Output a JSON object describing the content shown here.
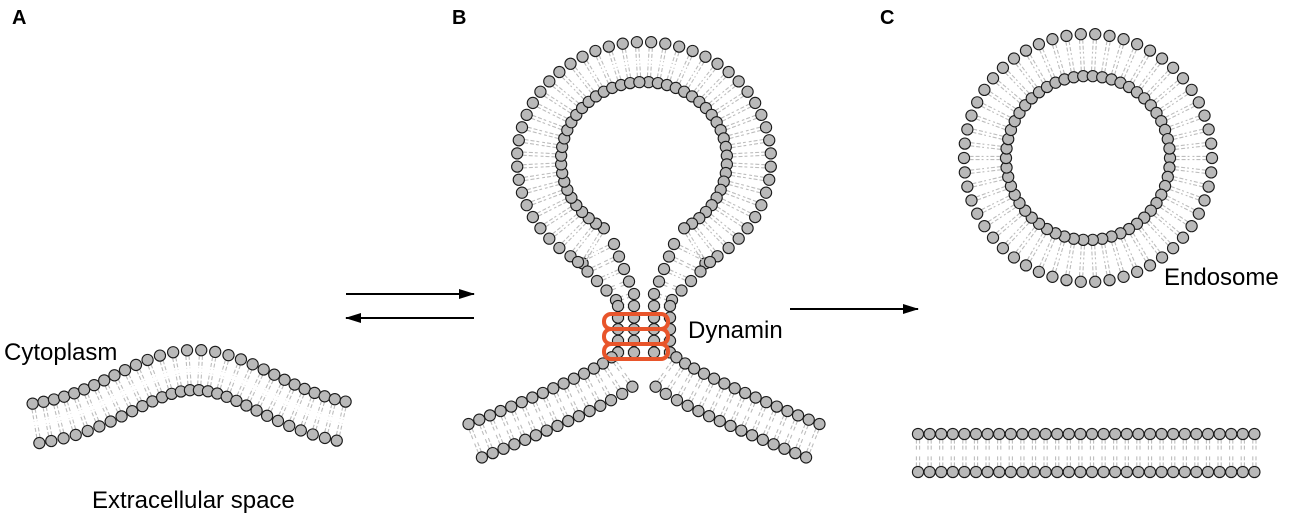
{
  "panels": {
    "a": {
      "label": "A",
      "top_text": "Cytoplasm",
      "bottom_text": "Extracellular space"
    },
    "b": {
      "label": "B",
      "protein_text": "Dynamin"
    },
    "c": {
      "label": "C",
      "vesicle_text": "Endosome"
    }
  },
  "colors": {
    "lipid_head": "#b9b9b9",
    "lipid_outline": "#1a1a1a",
    "lipid_tail": "#bdbdbd",
    "dynamin": "#e8552b",
    "arrow": "#000000",
    "text": "#000000"
  }
}
